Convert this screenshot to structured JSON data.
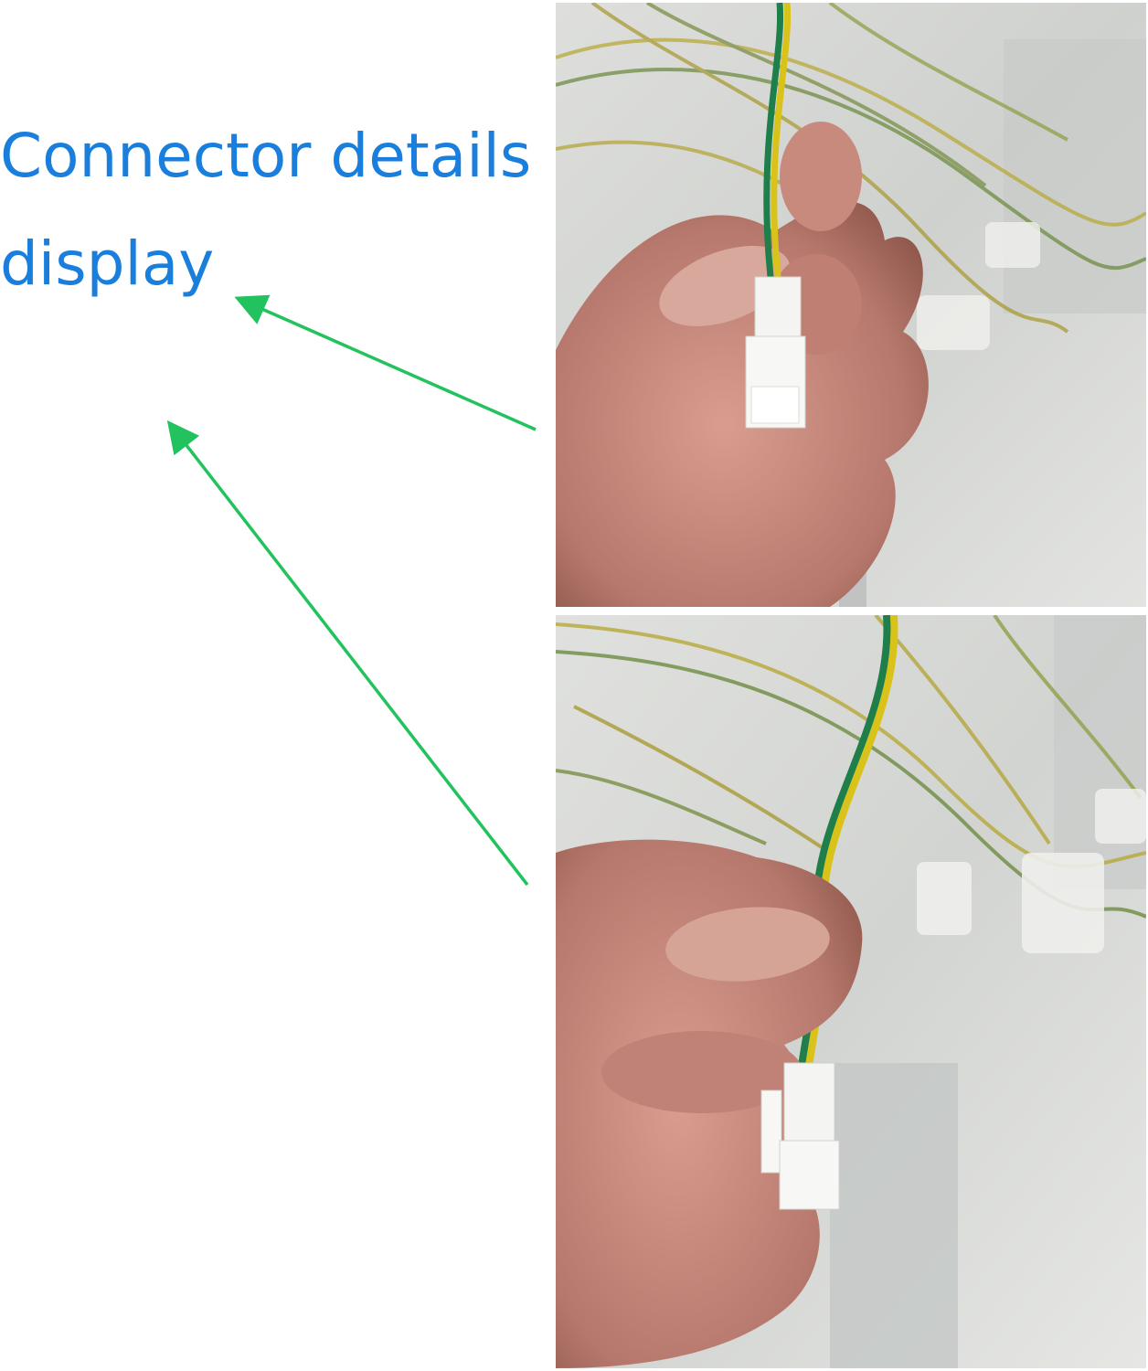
{
  "caption": {
    "line1": "Connector details",
    "line2": "display"
  },
  "colors": {
    "caption": "#1a7fdc",
    "arrow": "#22c35e",
    "wire_yellow": "#d9c21a",
    "wire_green": "#1e7f4a",
    "connector": "#f4f4f2",
    "skin": "#c98a7e"
  },
  "photos": [
    {
      "name": "connector-photo-top"
    },
    {
      "name": "connector-photo-bottom"
    }
  ]
}
